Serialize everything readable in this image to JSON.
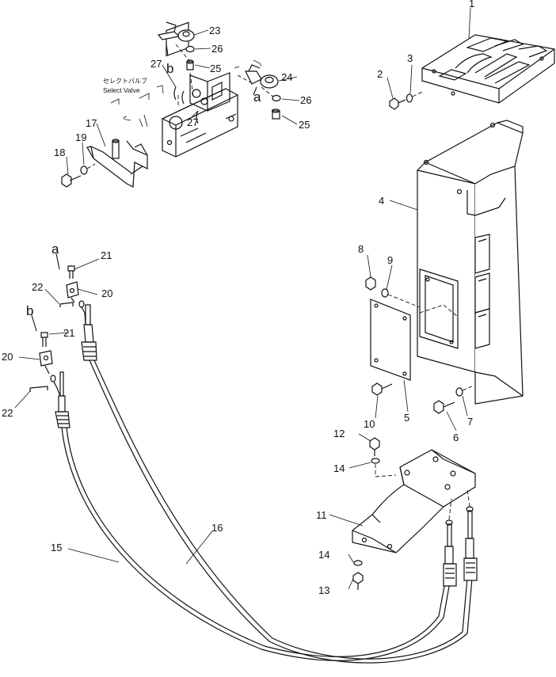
{
  "callouts": [
    {
      "id": "c1",
      "text": "1"
    },
    {
      "id": "c2",
      "text": "2"
    },
    {
      "id": "c3",
      "text": "3"
    },
    {
      "id": "c4",
      "text": "4"
    },
    {
      "id": "c5",
      "text": "5"
    },
    {
      "id": "c6",
      "text": "6"
    },
    {
      "id": "c7",
      "text": "7"
    },
    {
      "id": "c8",
      "text": "8"
    },
    {
      "id": "c9",
      "text": "9"
    },
    {
      "id": "c10",
      "text": "10"
    },
    {
      "id": "c11",
      "text": "11"
    },
    {
      "id": "c12",
      "text": "12"
    },
    {
      "id": "c13",
      "text": "13"
    },
    {
      "id": "c14a",
      "text": "14"
    },
    {
      "id": "c14b",
      "text": "14"
    },
    {
      "id": "c15",
      "text": "15"
    },
    {
      "id": "c16",
      "text": "16"
    },
    {
      "id": "c17",
      "text": "17"
    },
    {
      "id": "c18",
      "text": "18"
    },
    {
      "id": "c19",
      "text": "19"
    },
    {
      "id": "c20a",
      "text": "20"
    },
    {
      "id": "c20b",
      "text": "20"
    },
    {
      "id": "c21a",
      "text": "21"
    },
    {
      "id": "c21b",
      "text": "21"
    },
    {
      "id": "c22a",
      "text": "22"
    },
    {
      "id": "c22b",
      "text": "22"
    },
    {
      "id": "c23",
      "text": "23"
    },
    {
      "id": "c24",
      "text": "24"
    },
    {
      "id": "c25a",
      "text": "25"
    },
    {
      "id": "c25b",
      "text": "25"
    },
    {
      "id": "c26a",
      "text": "26"
    },
    {
      "id": "c26b",
      "text": "26"
    },
    {
      "id": "c27a",
      "text": "27"
    },
    {
      "id": "c27b",
      "text": "27"
    }
  ],
  "connection_marks": [
    {
      "id": "ma-top",
      "text": "a"
    },
    {
      "id": "mb-top",
      "text": "b"
    },
    {
      "id": "ma-cable",
      "text": "a"
    },
    {
      "id": "mb-cable",
      "text": "b"
    }
  ],
  "select_valve": {
    "japanese": "セレクトバルブ",
    "english": "Select  Valve"
  }
}
